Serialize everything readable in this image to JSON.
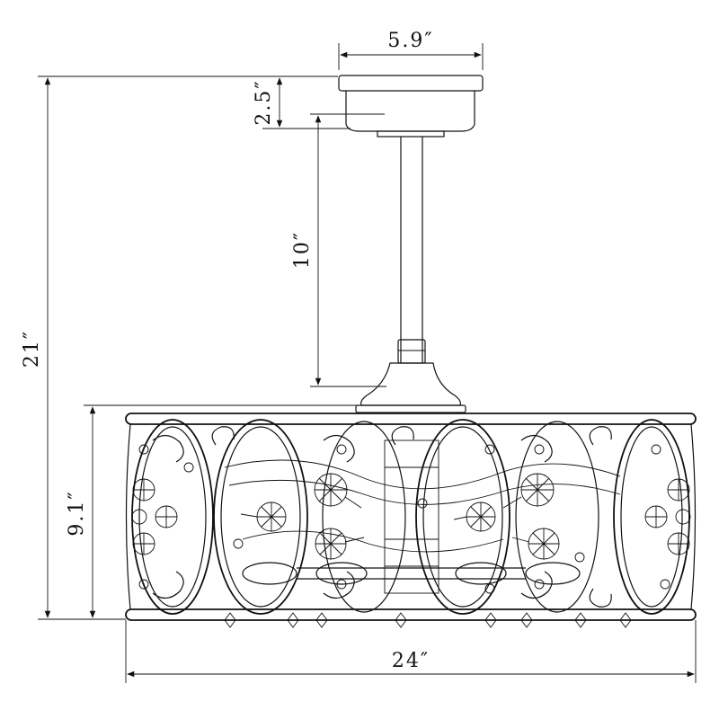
{
  "dimensions": {
    "canopy_width": "5.9″",
    "canopy_height": "2.5″",
    "downrod_length": "10″",
    "overall_height": "21″",
    "drum_height": "9.1″",
    "drum_width": "24″"
  }
}
